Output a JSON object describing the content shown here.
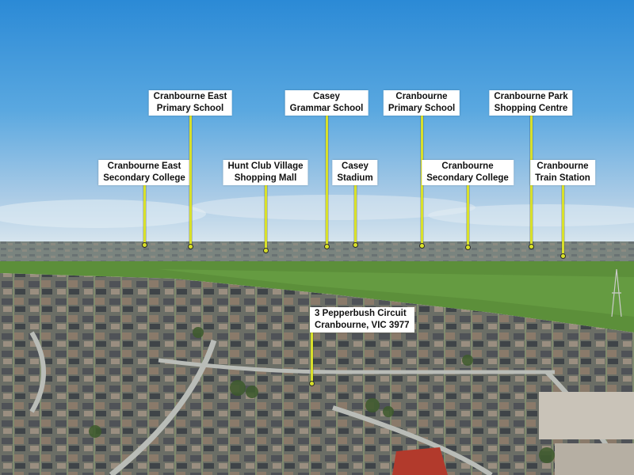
{
  "landmarks": [
    {
      "id": "cranbourne-east-secondary-college",
      "lines": [
        "Cranbourne East",
        "Secondary College"
      ]
    },
    {
      "id": "cranbourne-east-primary-school",
      "lines": [
        "Cranbourne East",
        "Primary School"
      ]
    },
    {
      "id": "hunt-club-village-shopping-mall",
      "lines": [
        "Hunt Club Village",
        "Shopping Mall"
      ]
    },
    {
      "id": "casey-grammar-school",
      "lines": [
        "Casey",
        "Grammar School"
      ]
    },
    {
      "id": "casey-stadium",
      "lines": [
        "Casey",
        "Stadium"
      ]
    },
    {
      "id": "cranbourne-primary-school",
      "lines": [
        "Cranbourne",
        "Primary School"
      ]
    },
    {
      "id": "cranbourne-secondary-college",
      "lines": [
        "Cranbourne",
        "Secondary College"
      ]
    },
    {
      "id": "cranbourne-park-shopping-centre",
      "lines": [
        "Cranbourne Park",
        "Shopping Centre"
      ]
    },
    {
      "id": "cranbourne-train-station",
      "lines": [
        "Cranbourne",
        "Train Station"
      ]
    }
  ],
  "subject_property": {
    "lines": [
      "3 Pepperbush Circuit",
      "Cranbourne, VIC 3977"
    ]
  },
  "colors": {
    "sky_top": "#2f8fd8",
    "sky_bottom": "#d6e6f0",
    "field": "#5c8f3a",
    "pin": "#d8e02a"
  }
}
